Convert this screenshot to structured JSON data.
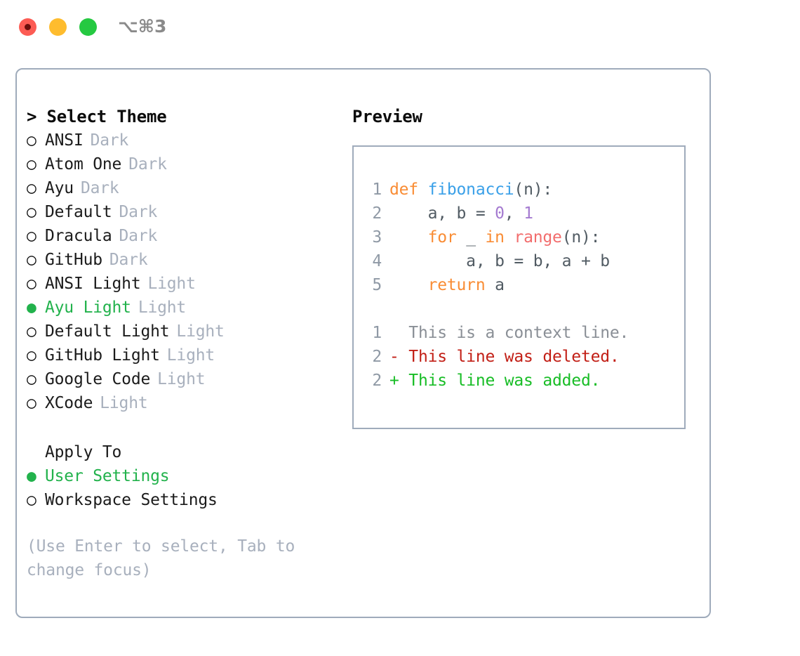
{
  "titlebar": {
    "shortcut": "⌥⌘3",
    "lights": [
      {
        "name": "close",
        "color": "#fc5c54"
      },
      {
        "name": "minimize",
        "color": "#febc2e"
      },
      {
        "name": "zoom",
        "color": "#25c941"
      }
    ]
  },
  "left": {
    "header": "> Select Theme",
    "markers": {
      "off": "○",
      "on": "●"
    },
    "themes": [
      {
        "marker": "○",
        "name": "ANSI",
        "kind": "Dark",
        "selected": false
      },
      {
        "marker": "○",
        "name": "Atom One",
        "kind": "Dark",
        "selected": false
      },
      {
        "marker": "○",
        "name": "Ayu",
        "kind": "Dark",
        "selected": false
      },
      {
        "marker": "○",
        "name": "Default",
        "kind": "Dark",
        "selected": false
      },
      {
        "marker": "○",
        "name": "Dracula",
        "kind": "Dark",
        "selected": false
      },
      {
        "marker": "○",
        "name": "GitHub",
        "kind": "Dark",
        "selected": false
      },
      {
        "marker": "○",
        "name": "ANSI Light",
        "kind": "Light",
        "selected": false
      },
      {
        "marker": "●",
        "name": "Ayu Light",
        "kind": "Light",
        "selected": true
      },
      {
        "marker": "○",
        "name": "Default Light",
        "kind": "Light",
        "selected": false
      },
      {
        "marker": "○",
        "name": "GitHub Light",
        "kind": "Light",
        "selected": false
      },
      {
        "marker": "○",
        "name": "Google Code",
        "kind": "Light",
        "selected": false
      },
      {
        "marker": "○",
        "name": "XCode",
        "kind": "Light",
        "selected": false
      }
    ],
    "apply_to": {
      "header": "Apply To",
      "options": [
        {
          "marker": "●",
          "name": "User Settings",
          "selected": true
        },
        {
          "marker": "○",
          "name": "Workspace Settings",
          "selected": false
        }
      ]
    },
    "hint": "(Use Enter to select, Tab to change focus)"
  },
  "right": {
    "title": "Preview",
    "code_lines": [
      {
        "lineno": "1",
        "tokens": [
          {
            "text": "def ",
            "type": "kw"
          },
          {
            "text": "fibonacci",
            "type": "fn"
          },
          {
            "text": "(n):",
            "type": "plain"
          }
        ]
      },
      {
        "lineno": "2",
        "tokens": [
          {
            "text": "    a, b = ",
            "type": "plain"
          },
          {
            "text": "0",
            "type": "num"
          },
          {
            "text": ", ",
            "type": "plain"
          },
          {
            "text": "1",
            "type": "num"
          }
        ]
      },
      {
        "lineno": "3",
        "tokens": [
          {
            "text": "    ",
            "type": "plain"
          },
          {
            "text": "for",
            "type": "kw"
          },
          {
            "text": " _ ",
            "type": "plain"
          },
          {
            "text": "in",
            "type": "kw"
          },
          {
            "text": " ",
            "type": "plain"
          },
          {
            "text": "range",
            "type": "call"
          },
          {
            "text": "(n):",
            "type": "plain"
          }
        ]
      },
      {
        "lineno": "4",
        "tokens": [
          {
            "text": "        a, b = b, a + b",
            "type": "plain"
          }
        ]
      },
      {
        "lineno": "5",
        "tokens": [
          {
            "text": "    ",
            "type": "plain"
          },
          {
            "text": "return",
            "type": "kw"
          },
          {
            "text": " a",
            "type": "plain"
          }
        ]
      }
    ],
    "diff_lines": [
      {
        "lineno": "1",
        "text": "  This is a context line.",
        "type": "ctx"
      },
      {
        "lineno": "2",
        "text": "- This line was deleted.",
        "type": "del"
      },
      {
        "lineno": "2",
        "text": "+ This line was added.",
        "type": "add"
      }
    ]
  },
  "colors": {
    "accent_green": "#22b24c",
    "muted": "#a8b0bd",
    "border": "#9fabbb",
    "keyword": "#f98c34",
    "function": "#3aa0e8",
    "number": "#a47ad0",
    "call": "#f26d6d",
    "plain": "#515b63",
    "diff_context": "#8a8f96",
    "diff_deleted": "#c21f16",
    "diff_added": "#18bd26"
  }
}
